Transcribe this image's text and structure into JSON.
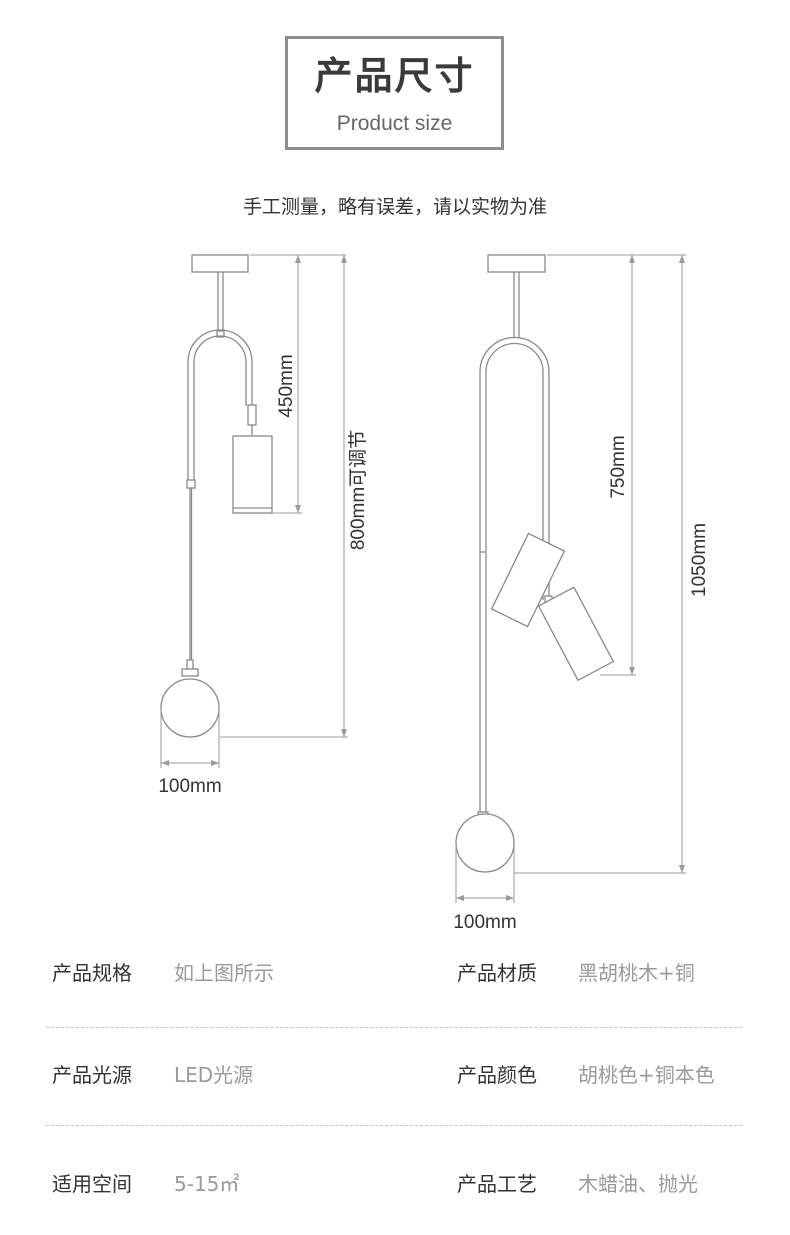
{
  "header": {
    "title_cn": "产品尺寸",
    "title_en": "Product size"
  },
  "note": "手工测量，略有误差，请以实物为准",
  "left_drawing": {
    "drop_label": "450mm",
    "total_label": "800mm可调节",
    "width_label": "100mm"
  },
  "right_drawing": {
    "drop_label": "750mm",
    "total_label": "1050mm",
    "width_label": "100mm"
  },
  "specs": [
    {
      "label": "产品规格",
      "value": "如上图所示"
    },
    {
      "label": "产品材质",
      "value": "黑胡桃木+铜"
    },
    {
      "label": "产品光源",
      "value": "LED光源"
    },
    {
      "label": "产品颜色",
      "value": "胡桃色+铜本色"
    },
    {
      "label": "适用空间",
      "value": "5-15㎡"
    },
    {
      "label": "产品工艺",
      "value": "木蜡油、抛光"
    }
  ],
  "colors": {
    "line": "#8a8a8a",
    "dim_line": "#9a9a9a",
    "border": "#8e8e8e",
    "value_text": "#9a9a9a"
  }
}
